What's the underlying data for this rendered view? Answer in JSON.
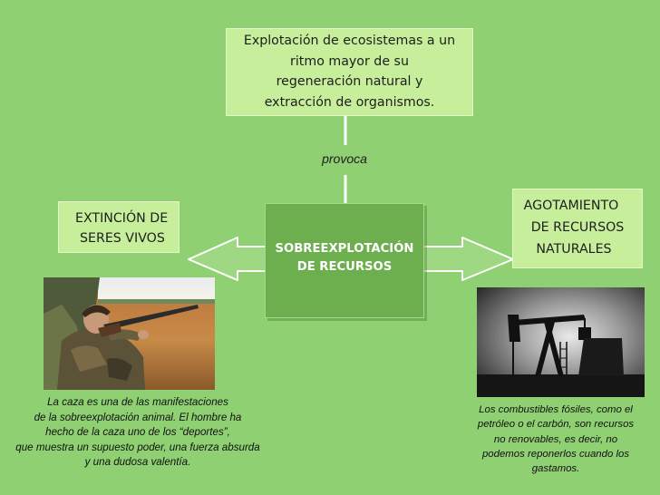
{
  "top": {
    "lines": [
      "Explotación de ecosistemas a un",
      "ritmo mayor de su",
      "regeneración natural y",
      "extracción de organismos."
    ]
  },
  "connector_label": "provoca",
  "center": {
    "lines": [
      "SOBREEXPLOTACIÓN",
      "DE RECURSOS"
    ]
  },
  "left": {
    "lines": [
      "EXTINCIÓN DE",
      "SERES VIVOS"
    ]
  },
  "right": {
    "lines": [
      "AGOTAMIENTO",
      "DE RECURSOS",
      "NATURALES"
    ]
  },
  "caption_left": {
    "lines": [
      "La caza es una de las manifestaciones",
      "de la sobreexplotación animal. El hombre ha",
      "hecho de la caza uno de los “deportes”,",
      "que muestra un supuesto poder, una fuerza absurda",
      "y una dudosa valentía."
    ]
  },
  "caption_right": {
    "lines": [
      "Los combustibles fósiles, como el",
      "petróleo o el carbón, son recursos",
      "no renovables, es decir, no",
      "podemos reponerlos cuando los",
      "gastamos."
    ]
  },
  "images": {
    "left": "hunter-with-shotgun-photo",
    "right": "oil-pump-jack-photo"
  },
  "colors": {
    "background": "#8fd072",
    "box_fill": "#c7ef9b",
    "center_fill": "#6daf4e"
  }
}
